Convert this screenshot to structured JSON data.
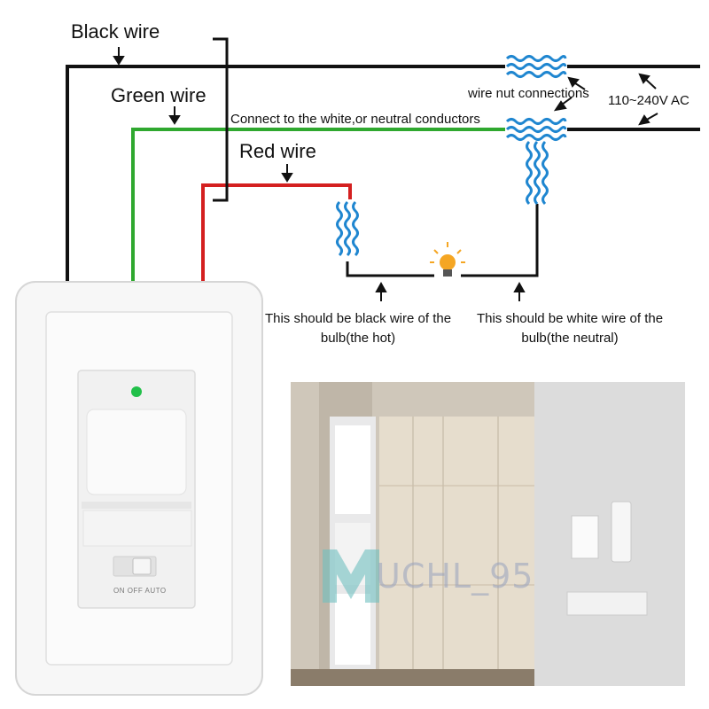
{
  "labels": {
    "black_wire": "Black wire",
    "green_wire": "Green wire",
    "red_wire": "Red wire",
    "wire_nut_connections": "wire nut connections",
    "voltage": "110~240V AC",
    "connect_neutral": "Connect to the white,or neutral conductors",
    "black_bulb_note": "This should be black wire of the bulb(the hot)",
    "white_bulb_note": "This should be white wire of the bulb(the neutral)"
  },
  "switch": {
    "mode_labels": "ON  OFF  AUTO"
  },
  "watermark": {
    "text": "UCHL_95"
  },
  "colors": {
    "black_wire": "#111111",
    "green_wire": "#2fa82f",
    "red_wire": "#d42020",
    "wire_nut": "#1f86d0",
    "indicator_led": "#22c04a",
    "bulb": "#f5a623"
  }
}
